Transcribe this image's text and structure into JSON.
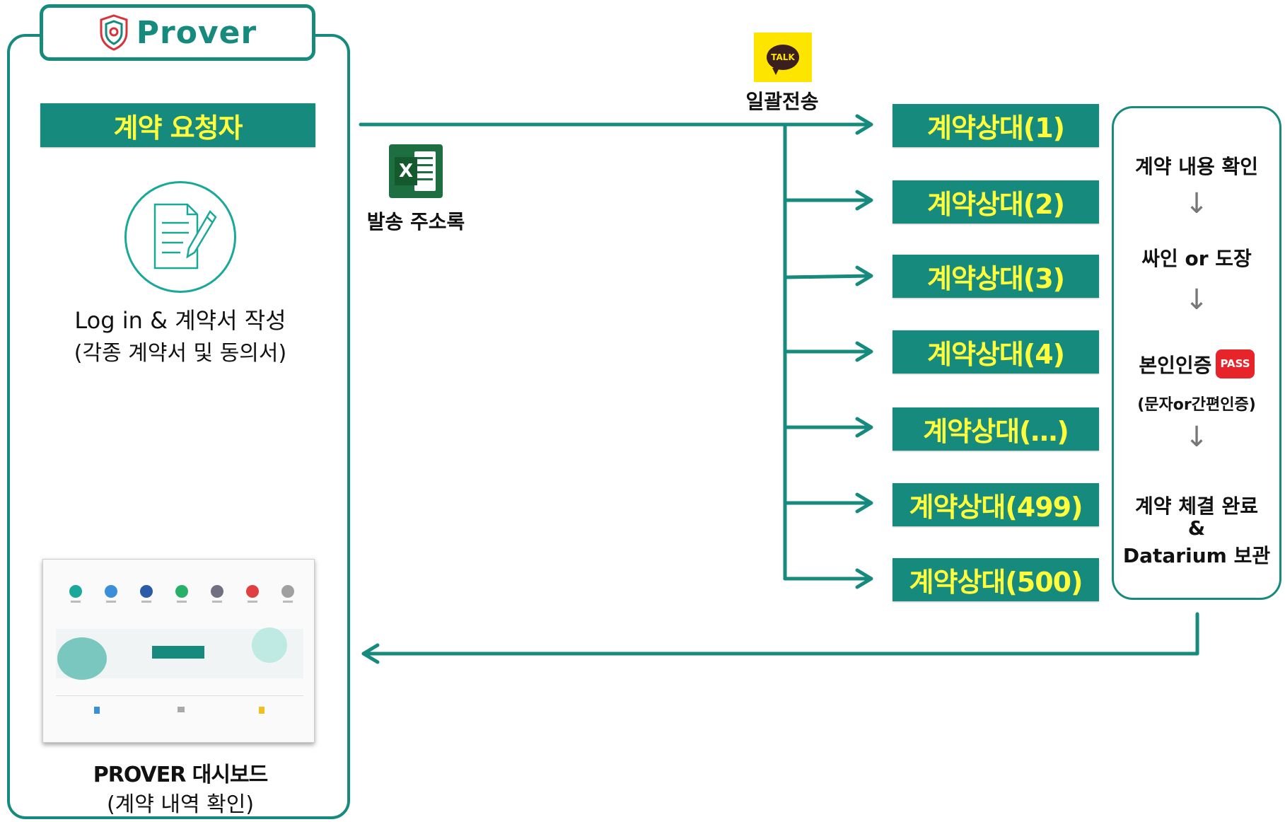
{
  "logo": {
    "brand": "Prover"
  },
  "requester": {
    "label": "계약 요청자",
    "write_line1": "Log in & 계약서 작성",
    "write_line2": "(각종 계약서 및 동의서)"
  },
  "dashboard": {
    "title": "PROVER 대시보드",
    "subtitle": "(계약 내역 확인)"
  },
  "send": {
    "address_book": "발송 주소록",
    "bulk_send": "일괄전송",
    "talk_icon_text": "TALK",
    "excel_icon_text": "X"
  },
  "parties": [
    "계약상대(1)",
    "계약상대(2)",
    "계약상대(3)",
    "계약상대(4)",
    "계약상대(…)",
    "계약상대(499)",
    "계약상대(500)"
  ],
  "steps": {
    "confirm": "계약 내용 확인",
    "sign": "싸인 or 도장",
    "auth": "본인인증",
    "pass_badge": "PASS",
    "auth_note": "(문자or간편인증)",
    "complete_line1": "계약 체결 완료",
    "complete_amp": "&",
    "complete_line2": "Datarium 보관"
  },
  "colors": {
    "teal": "#168a7d",
    "yellow": "#ffff3c",
    "kakao": "#fee500",
    "excel": "#1d6f42",
    "pass": "#e8242b"
  }
}
